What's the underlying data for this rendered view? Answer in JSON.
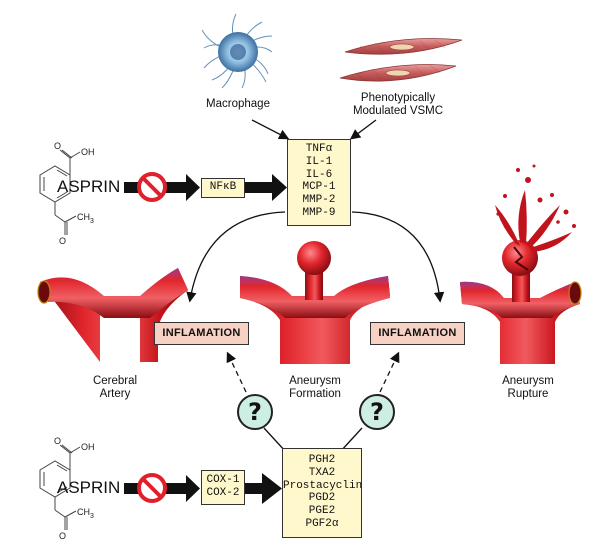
{
  "sources": {
    "macrophage_label": "Macrophage",
    "vsmc_label_line1": "Phenotypically",
    "vsmc_label_line2": "Modulated VSMC"
  },
  "top_pathway": {
    "drug": "ASPRIN",
    "mediator": "NFκB",
    "cytokines": [
      "TNFα",
      "IL-1",
      "IL-6",
      "MCP-1",
      "MMP-2",
      "MMP-9"
    ]
  },
  "bottom_pathway": {
    "drug": "ASPRIN",
    "enzymes": [
      "COX-1",
      "COX-2"
    ],
    "prostanoids": [
      "PGH2",
      "TXA2",
      "Prostacyclin",
      "PGD2",
      "PGE2",
      "PGF2α"
    ]
  },
  "inflammation_labels": [
    "INFLAMATION",
    "INFLAMATION"
  ],
  "unknown_links": [
    "?",
    "?"
  ],
  "vessels": {
    "stage1_line1": "Cerebral",
    "stage1_line2": "Artery",
    "stage2_line1": "Aneurysm",
    "stage2_line2": "Formation",
    "stage3_line1": "Aneurysm",
    "stage3_line2": "Rupture"
  },
  "chemistry": {
    "oh": "OH",
    "o": "O",
    "ch3_base": "CH",
    "ch3_sub": "3"
  },
  "icons": [
    "macrophage-icon",
    "vsmc-icon",
    "no-symbol-icon",
    "artery-icon",
    "aneurysm-icon",
    "ruptured-aneurysm-icon"
  ],
  "colors": {
    "box_fill": "#fff8cc",
    "inflammation_fill": "#f6d1c4",
    "question_fill": "#cdeee2",
    "vessel_red": "#d8232a",
    "blood_red": "#c0131c",
    "macrophage_blue": "#6fa8d8",
    "vsmc_pink": "#d97a7a",
    "no_symbol_red": "#e0202a"
  }
}
